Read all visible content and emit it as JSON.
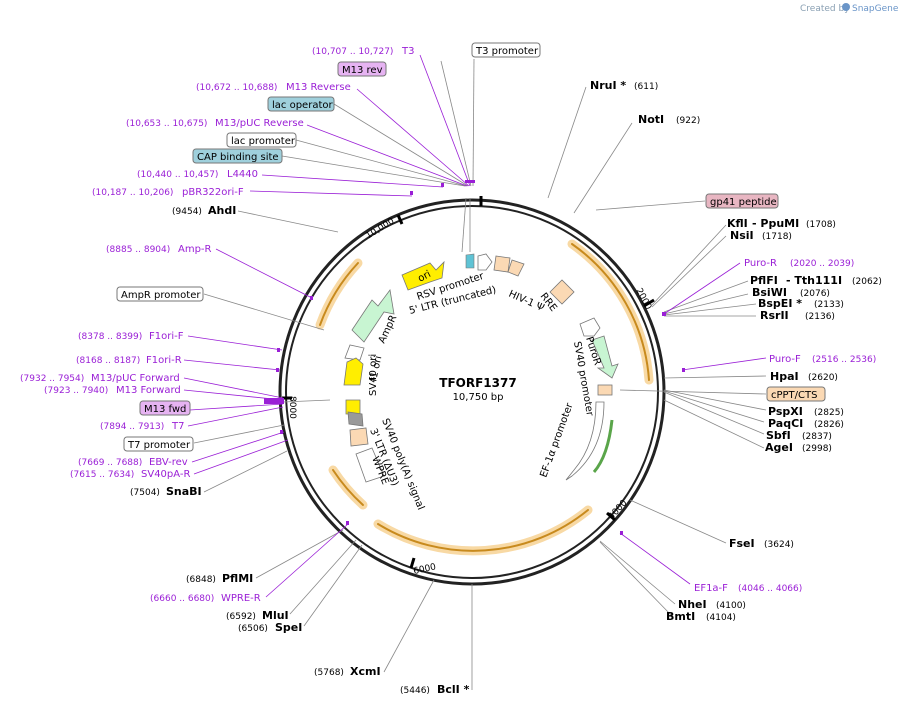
{
  "brand": {
    "prefix": "Created by",
    "name": "SnapGene"
  },
  "plasmid": {
    "name": "TFORF1377",
    "length": "10,750 bp"
  },
  "ticks": [
    "2000",
    "4000",
    "6000",
    "8000",
    "10,000"
  ],
  "enzymes": [
    {
      "name": "NruI *",
      "pos": "(611)"
    },
    {
      "name": "NotI",
      "pos": "(922)"
    },
    {
      "name": "KflI",
      "pos": ""
    },
    {
      "name": "- PpuMI",
      "pos": "(1708)"
    },
    {
      "name": "NsiI",
      "pos": "(1718)"
    },
    {
      "name": "PflFI",
      "pos": ""
    },
    {
      "name": "- Tth111I",
      "pos": "(2062)"
    },
    {
      "name": "BsiWI",
      "pos": "(2076)"
    },
    {
      "name": "BspEI *",
      "pos": "(2133)"
    },
    {
      "name": "RsrII",
      "pos": "(2136)"
    },
    {
      "name": "HpaI",
      "pos": "(2620)"
    },
    {
      "name": "PspXI",
      "pos": "(2825)"
    },
    {
      "name": "PaqCI",
      "pos": "(2826)"
    },
    {
      "name": "SbfI",
      "pos": "(2837)"
    },
    {
      "name": "AgeI",
      "pos": "(2998)"
    },
    {
      "name": "FseI",
      "pos": "(3624)"
    },
    {
      "name": "NheI",
      "pos": "(4100)"
    },
    {
      "name": "BmtI",
      "pos": "(4104)"
    },
    {
      "name": "BclI *",
      "pos": "(5446)"
    },
    {
      "name": "XcmI",
      "pos": "(5768)"
    },
    {
      "name": "SpeI",
      "pos": "(6506)"
    },
    {
      "name": "MluI",
      "pos": "(6592)"
    },
    {
      "name": "PflMI",
      "pos": "(6848)"
    },
    {
      "name": "SnaBI",
      "pos": "(7504)"
    },
    {
      "name": "AhdI",
      "pos": "(9454)"
    }
  ],
  "primers": [
    {
      "name": "T3",
      "pos": "(10,707 .. 10,727)"
    },
    {
      "name": "M13 Reverse",
      "pos": "(10,672 .. 10,688)"
    },
    {
      "name": "M13/pUC Reverse",
      "pos": "(10,653 .. 10,675)"
    },
    {
      "name": "L4440",
      "pos": "(10,440 .. 10,457)"
    },
    {
      "name": "pBR322ori-F",
      "pos": "(10,187 .. 10,206)"
    },
    {
      "name": "Amp-R",
      "pos": "(8885 .. 8904)"
    },
    {
      "name": "F1ori-F",
      "pos": "(8378 .. 8399)"
    },
    {
      "name": "F1ori-R",
      "pos": "(8168 .. 8187)"
    },
    {
      "name": "M13/pUC Forward",
      "pos": "(7932 .. 7954)"
    },
    {
      "name": "M13 Forward",
      "pos": "(7923 .. 7940)"
    },
    {
      "name": "T7",
      "pos": "(7894 .. 7913)"
    },
    {
      "name": "EBV-rev",
      "pos": "(7669 .. 7688)"
    },
    {
      "name": "SV40pA-R",
      "pos": "(7615 .. 7634)"
    },
    {
      "name": "Puro-R",
      "pos": "(2020 .. 2039)"
    },
    {
      "name": "Puro-F",
      "pos": "(2516 .. 2536)"
    },
    {
      "name": "EF1a-F",
      "pos": "(4046 .. 4066)"
    },
    {
      "name": "WPRE-R",
      "pos": "(6660 .. 6680)"
    }
  ],
  "boxed_features": [
    {
      "name": "T3 promoter",
      "fill": "#ffffff"
    },
    {
      "name": "M13 rev",
      "fill": "#e6b3f2"
    },
    {
      "name": "lac operator",
      "fill": "#9fd0dc"
    },
    {
      "name": "lac promoter",
      "fill": "#ffffff"
    },
    {
      "name": "CAP binding site",
      "fill": "#9fd0dc"
    },
    {
      "name": "AmpR promoter",
      "fill": "#ffffff"
    },
    {
      "name": "M13 fwd",
      "fill": "#e6b3f2"
    },
    {
      "name": "T7 promoter",
      "fill": "#ffffff"
    },
    {
      "name": "gp41 peptide",
      "fill": "#e8b6c2"
    },
    {
      "name": "cPPT/CTS",
      "fill": "#fbd9b4"
    }
  ],
  "inner_features": [
    "ori",
    "AmpR",
    "f1 ori",
    "SV40 ori",
    "RSV promoter",
    "5' LTR (truncated)",
    "HIV-1 Ψ",
    "RRE",
    "PuroR",
    "SV40 promoter",
    "EF-1α promoter",
    "SV40 poly(A) signal",
    "3' LTR (ΔU3)",
    "WPRE"
  ],
  "colors": {
    "primer": "#9a1fd6",
    "orf": "#f5a623",
    "ring": "#222222"
  }
}
